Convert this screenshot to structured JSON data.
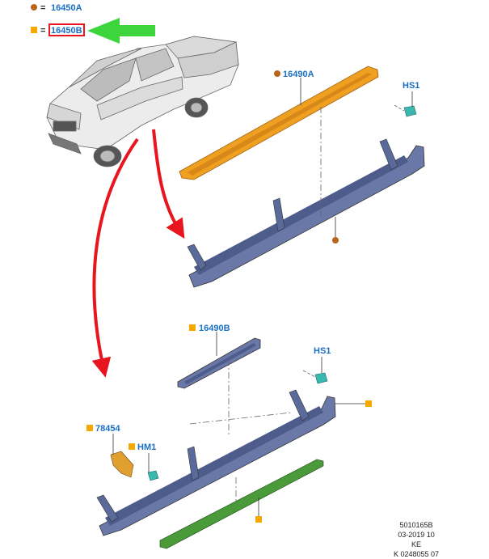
{
  "legend": [
    {
      "shape": "circle",
      "color": "#b8651a",
      "code": "16450A",
      "highlighted": false
    },
    {
      "shape": "square",
      "color": "#f5a800",
      "code": "16450B",
      "highlighted": true
    }
  ],
  "parts": {
    "p16490A": "16490A",
    "p16490B": "16490B",
    "p78454": "78454",
    "hs1_top": "HS1",
    "hs1_bottom": "HS1",
    "hm1": "HM1"
  },
  "colors": {
    "label": "#1a6fc4",
    "circle_marker": "#b8651a",
    "square_marker": "#f5a800",
    "step_orange": "#f0a020",
    "rail_blue": "#5a6a9a",
    "fastener": "#3ab8b0",
    "strip_green": "#4a9a3a",
    "arrow_red": "#e8141e",
    "arrow_green": "#3cd63c"
  },
  "icons": [
    "pickup-truck-illustration",
    "green-pointer-arrow",
    "red-curved-arrow"
  ],
  "footer": {
    "line1": "5010165B",
    "line2": "03-2019 10",
    "line3": "KE",
    "line4": "K 0248055 07"
  }
}
